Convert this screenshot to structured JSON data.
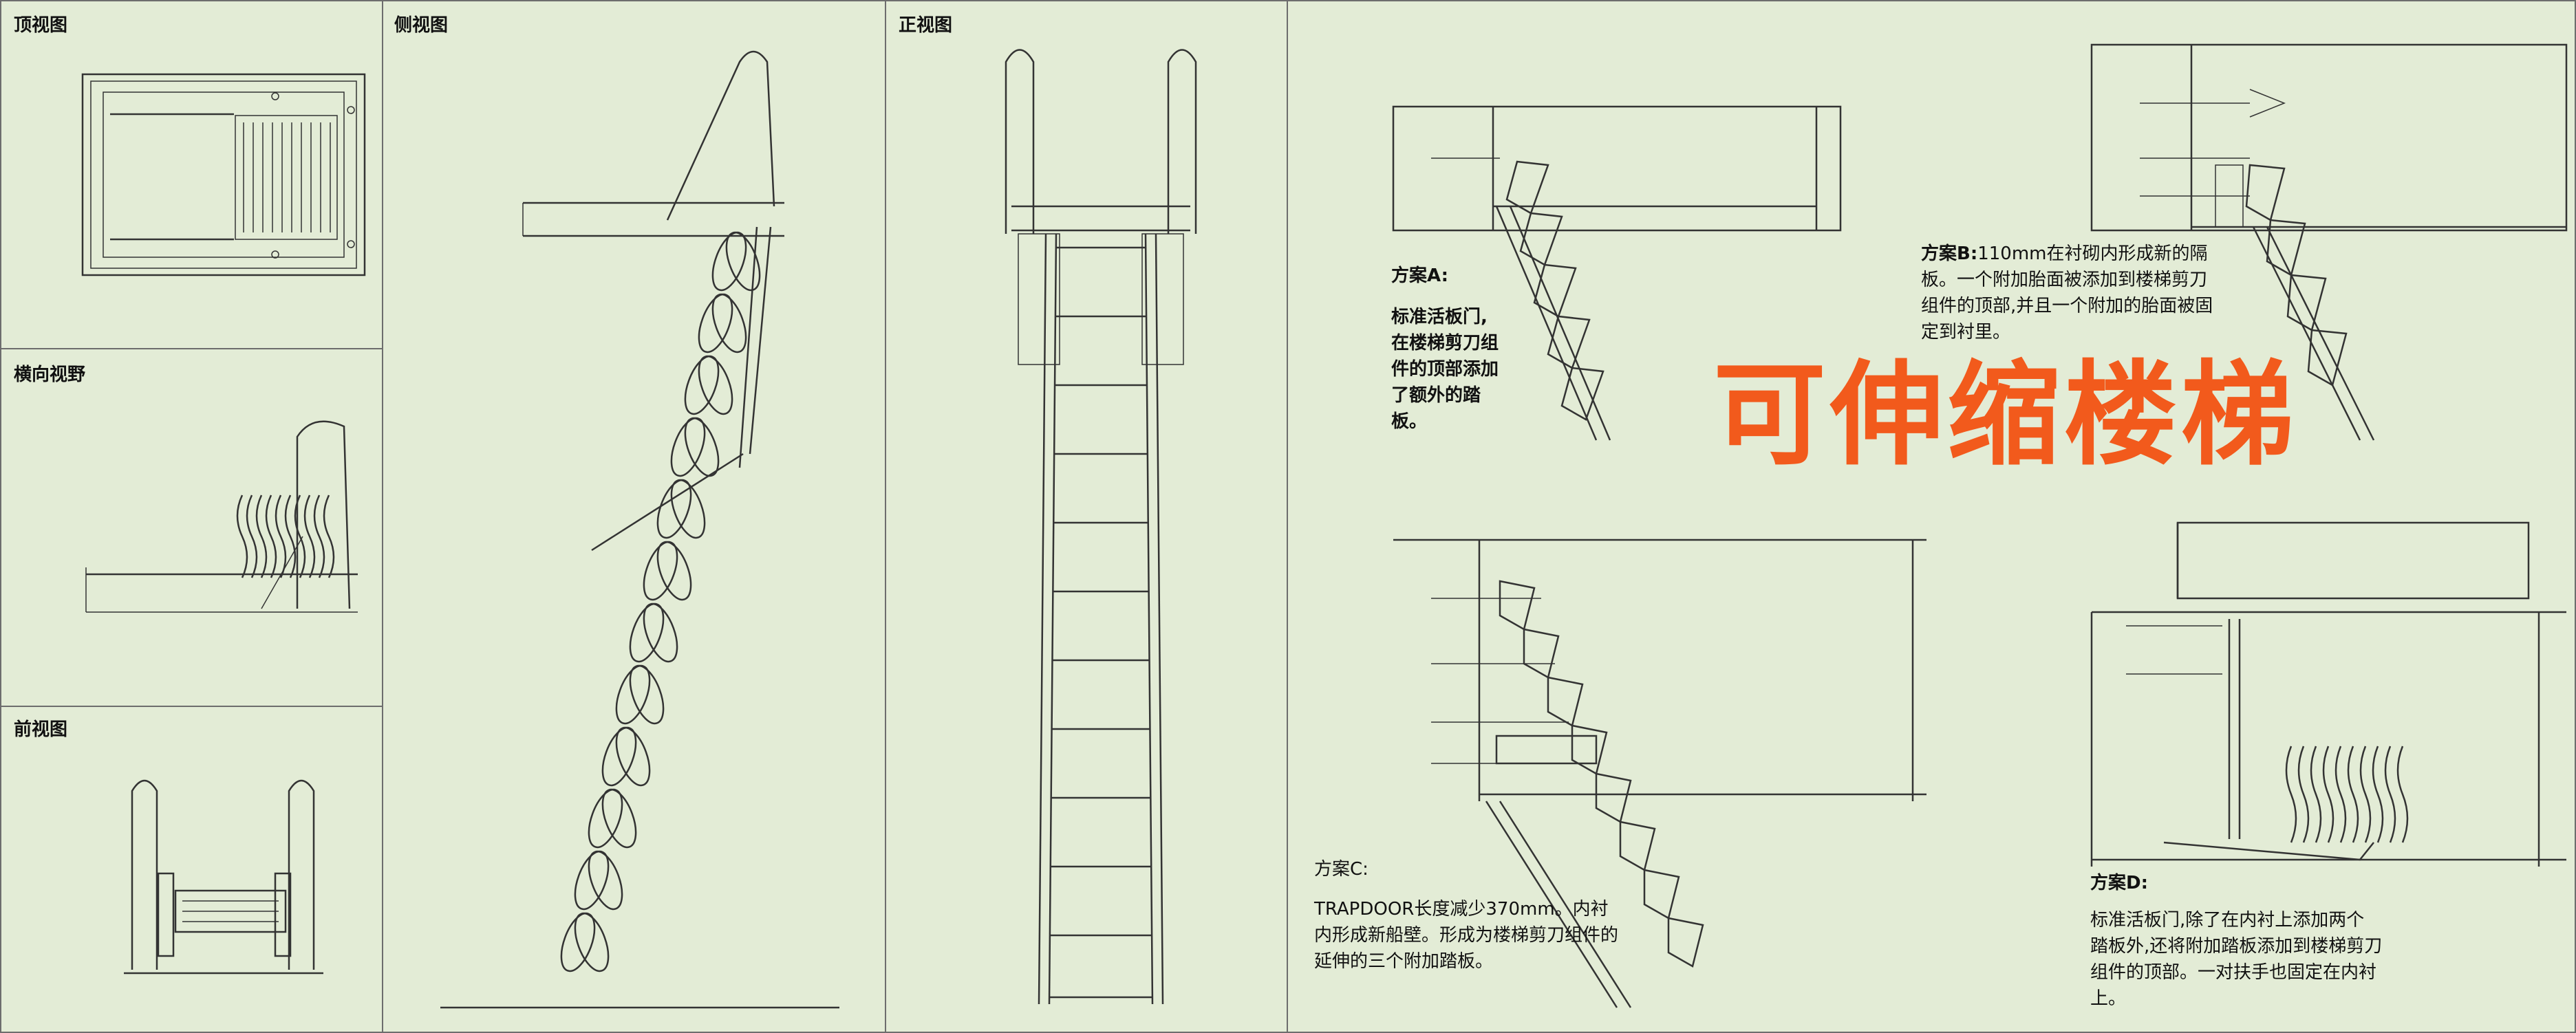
{
  "views": {
    "top": "顶视图",
    "lateral": "横向视野",
    "front_small": "前视图",
    "side": "侧视图",
    "front": "正视图"
  },
  "title": "可伸缩楼梯",
  "plans": {
    "a": {
      "label": "方案A:",
      "text": [
        "标准活板门,",
        "在楼梯剪刀组",
        "件的顶部添加",
        "了额外的踏",
        "板。"
      ]
    },
    "b": {
      "label": "方案B:",
      "text": [
        "110mm在衬砌内形成新的隔",
        "板。一个附加胎面被添加到楼梯剪刀",
        "组件的顶部,并且一个附加的胎面被固",
        "定到衬里。"
      ]
    },
    "c": {
      "label": "方案C:",
      "text": [
        "TRAPDOOR长度减少370mm。内衬",
        "内形成新船壁。形成为楼梯剪刀组件的",
        "延伸的三个附加踏板。"
      ]
    },
    "d": {
      "label": "方案D:",
      "text": [
        "标准活板门,除了在内衬上添加两个",
        "踏板外,还将附加踏板添加到楼梯剪刀",
        "组件的顶部。一对扶手也固定在内衬",
        "上。"
      ]
    }
  },
  "colors": {
    "background": "#e3ecd6",
    "accent": "#f25a1c",
    "line": "#333333"
  }
}
